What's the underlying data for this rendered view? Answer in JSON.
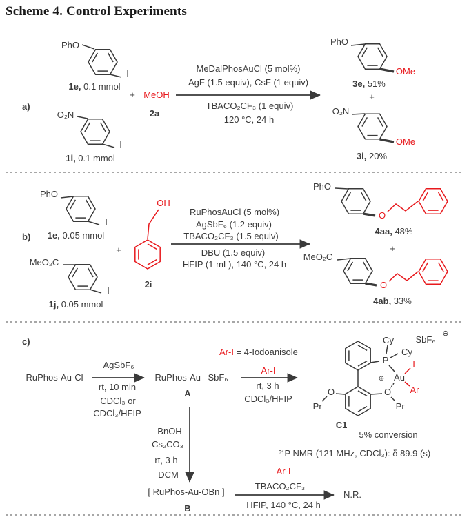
{
  "title": "Scheme 4. Control Experiments",
  "colors": {
    "red": "#e8191d",
    "ink": "#3a3a3a"
  },
  "sections": {
    "a": {
      "label": "a)",
      "r1_sub": "PhO",
      "r1_halide": "I",
      "r1_name": "1e,",
      "r1_amount": " 0.1 mmol",
      "plus_left": "+",
      "alcohol": "MeOH",
      "alcohol_name": "2a",
      "r2_sub": "O₂N",
      "r2_halide": "I",
      "r2_name": "1i,",
      "r2_amount": " 0.1 mmol",
      "cond_above": [
        "MeDalPhosAuCl (5 mol%)",
        "AgF (1.5 equiv), CsF (1 equiv)"
      ],
      "cond_below": [
        "TBACO₂CF₃ (1 equiv)",
        "120 °C, 24 h"
      ],
      "p1_sub": "PhO",
      "p1_group": "OMe",
      "p1_name": "3e,",
      "p1_yield": " 51%",
      "plus_right": "+",
      "p2_sub": "O₂N",
      "p2_group": "OMe",
      "p2_name": "3i,",
      "p2_yield": " 20%"
    },
    "b": {
      "label": "b)",
      "r1_sub": "PhO",
      "r1_halide": "I",
      "r1_name": "1e,",
      "r1_amount": " 0.05 mmol",
      "plus_left": "+",
      "alcohol_oh": "OH",
      "alcohol_name": "2i",
      "r2_sub": "MeO₂C",
      "r2_halide": "I",
      "r2_name": "1j,",
      "r2_amount": " 0.05 mmol",
      "cond_above": [
        "RuPhosAuCl (5 mol%)",
        "AgSbF₆ (1.2 equiv)",
        "TBACO₂CF₃ (1.5 equiv)"
      ],
      "cond_below": [
        "DBU (1.5 equiv)",
        "HFIP (1 mL), 140 °C, 24 h"
      ],
      "p1_sub": "PhO",
      "p1_o": "O",
      "p1_name": "4aa,",
      "p1_yield": " 48%",
      "plus_right": "+",
      "p2_sub": "MeO₂C",
      "p2_o": "O",
      "p2_name": "4ab,",
      "p2_yield": " 33%"
    },
    "c": {
      "label": "c)",
      "start": "RuPhos-Au-Cl",
      "arrow1_above": "AgSbF₆",
      "arrow1_below": [
        "rt, 10 min",
        "CDCl₃ or",
        "CDCl₃/HFIP"
      ],
      "intermediate_a": "RuPhos-Au⁺ SbF₆⁻",
      "intermediate_a_label": "A",
      "legend_ar": "Ar-I",
      "legend_rest": " = 4-Iodoanisole",
      "arrow2_above": "Ar-I",
      "arrow2_below": [
        "rt, 3 h",
        "CDCl₃/HFIP"
      ],
      "complex": {
        "cy1": "Cy",
        "cy2": "Cy",
        "counterion": "SbF₆",
        "minus_charge": "⊖",
        "p": "P",
        "iodide": "I",
        "au": "Au",
        "plus_charge": "⊕",
        "ar": "Ar",
        "o_left": "O",
        "o_right": "O",
        "ipr_left": "ⁱPr",
        "ipr_right": "ⁱPr",
        "name": "C1",
        "conversion": "5% conversion"
      },
      "nmr": "³¹P NMR (121 MHz, CDCl₃): δ 89.9 (s)",
      "arrow3_left": [
        "BnOH",
        "Cs₂CO₃",
        "rt, 3 h",
        "DCM"
      ],
      "intermediate_b": "[ RuPhos-Au-OBn ]",
      "intermediate_b_label": "B",
      "arrow4_above_red": "Ar-I",
      "arrow4_above": "TBACO₂CF₃",
      "arrow4_below": "HFIP, 140 °C, 24 h",
      "result": "N.R."
    }
  }
}
